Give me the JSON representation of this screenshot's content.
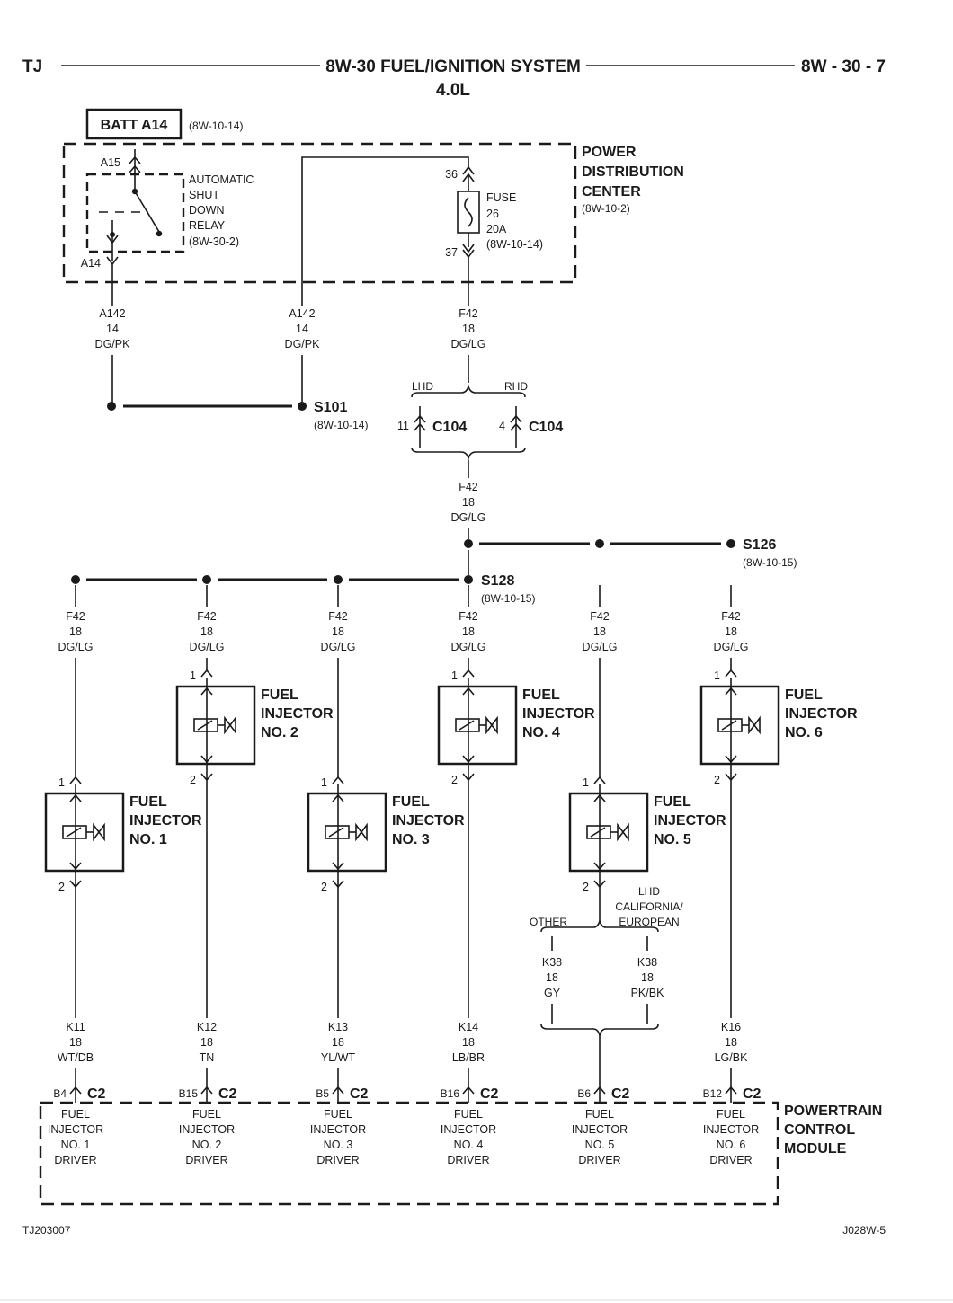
{
  "header": {
    "left": "TJ",
    "title": "8W-30 FUEL/IGNITION SYSTEM",
    "subtitle": "4.0L",
    "page": "8W - 30 - 7"
  },
  "batt": {
    "label": "BATT A14",
    "ref": "(8W-10-14)"
  },
  "pdc": {
    "name_lines": [
      "POWER",
      "DISTRIBUTION",
      "CENTER"
    ],
    "ref": "(8W-10-2)",
    "relay_top_pin": "A15",
    "relay_bottom_pin": "A14",
    "relay_lines": [
      "AUTOMATIC",
      "SHUT",
      "DOWN",
      "RELAY",
      "(8W-30-2)"
    ],
    "fuse_top_pin": "36",
    "fuse_bottom_pin": "37",
    "fuse_lines": [
      "FUSE",
      "26",
      "20A",
      "(8W-10-14)"
    ]
  },
  "wires_top": [
    {
      "circuit": "A142",
      "gauge": "14",
      "color": "DG/PK"
    },
    {
      "circuit": "A142",
      "gauge": "14",
      "color": "DG/PK"
    },
    {
      "circuit": "F42",
      "gauge": "18",
      "color": "DG/LG"
    }
  ],
  "s101": {
    "label": "S101",
    "ref": "(8W-10-14)"
  },
  "c104": {
    "lhd": "LHD",
    "rhd": "RHD",
    "left_pin": "11",
    "right_pin": "4",
    "label": "C104"
  },
  "wire_mid": {
    "circuit": "F42",
    "gauge": "18",
    "color": "DG/LG"
  },
  "s126": {
    "label": "S126",
    "ref": "(8W-10-15)"
  },
  "s128": {
    "label": "S128",
    "ref": "(8W-10-15)"
  },
  "branches": [
    {
      "circuit": "F42",
      "gauge": "18",
      "color": "DG/LG"
    },
    {
      "circuit": "F42",
      "gauge": "18",
      "color": "DG/LG"
    },
    {
      "circuit": "F42",
      "gauge": "18",
      "color": "DG/LG"
    },
    {
      "circuit": "F42",
      "gauge": "18",
      "color": "DG/LG"
    },
    {
      "circuit": "F42",
      "gauge": "18",
      "color": "DG/LG"
    },
    {
      "circuit": "F42",
      "gauge": "18",
      "color": "DG/LG"
    }
  ],
  "injectors": [
    {
      "lines": [
        "FUEL",
        "INJECTOR",
        "NO. 1"
      ],
      "pin_in": "1",
      "pin_out": "2"
    },
    {
      "lines": [
        "FUEL",
        "INJECTOR",
        "NO. 2"
      ],
      "pin_in": "1",
      "pin_out": "2"
    },
    {
      "lines": [
        "FUEL",
        "INJECTOR",
        "NO. 3"
      ],
      "pin_in": "1",
      "pin_out": "2"
    },
    {
      "lines": [
        "FUEL",
        "INJECTOR",
        "NO. 4"
      ],
      "pin_in": "1",
      "pin_out": "2"
    },
    {
      "lines": [
        "FUEL",
        "INJECTOR",
        "NO. 5"
      ],
      "pin_in": "1",
      "pin_out": "2"
    },
    {
      "lines": [
        "FUEL",
        "INJECTOR",
        "NO. 6"
      ],
      "pin_in": "1",
      "pin_out": "2"
    }
  ],
  "k38_split": {
    "other": "OTHER",
    "lhd_lines": [
      "LHD",
      "CALIFORNIA/",
      "EUROPEAN"
    ],
    "left": {
      "circuit": "K38",
      "gauge": "18",
      "color": "GY"
    },
    "right": {
      "circuit": "K38",
      "gauge": "18",
      "color": "PK/BK"
    }
  },
  "driver_wires": [
    {
      "circuit": "K11",
      "gauge": "18",
      "color": "WT/DB"
    },
    {
      "circuit": "K12",
      "gauge": "18",
      "color": "TN"
    },
    {
      "circuit": "K13",
      "gauge": "18",
      "color": "YL/WT"
    },
    {
      "circuit": "K14",
      "gauge": "18",
      "color": "LB/BR"
    },
    null,
    {
      "circuit": "K16",
      "gauge": "18",
      "color": "LG/BK"
    }
  ],
  "pcm": {
    "name_lines": [
      "POWERTRAIN",
      "CONTROL",
      "MODULE"
    ],
    "connector": "C2",
    "pins": [
      "B4",
      "B15",
      "B5",
      "B16",
      "B6",
      "B12"
    ],
    "drivers": [
      [
        "FUEL",
        "INJECTOR",
        "NO. 1",
        "DRIVER"
      ],
      [
        "FUEL",
        "INJECTOR",
        "NO. 2",
        "DRIVER"
      ],
      [
        "FUEL",
        "INJECTOR",
        "NO. 3",
        "DRIVER"
      ],
      [
        "FUEL",
        "INJECTOR",
        "NO. 4",
        "DRIVER"
      ],
      [
        "FUEL",
        "INJECTOR",
        "NO. 5",
        "DRIVER"
      ],
      [
        "FUEL",
        "INJECTOR",
        "NO. 6",
        "DRIVER"
      ]
    ]
  },
  "footer": {
    "left": "TJ203007",
    "right": "J028W-5"
  }
}
